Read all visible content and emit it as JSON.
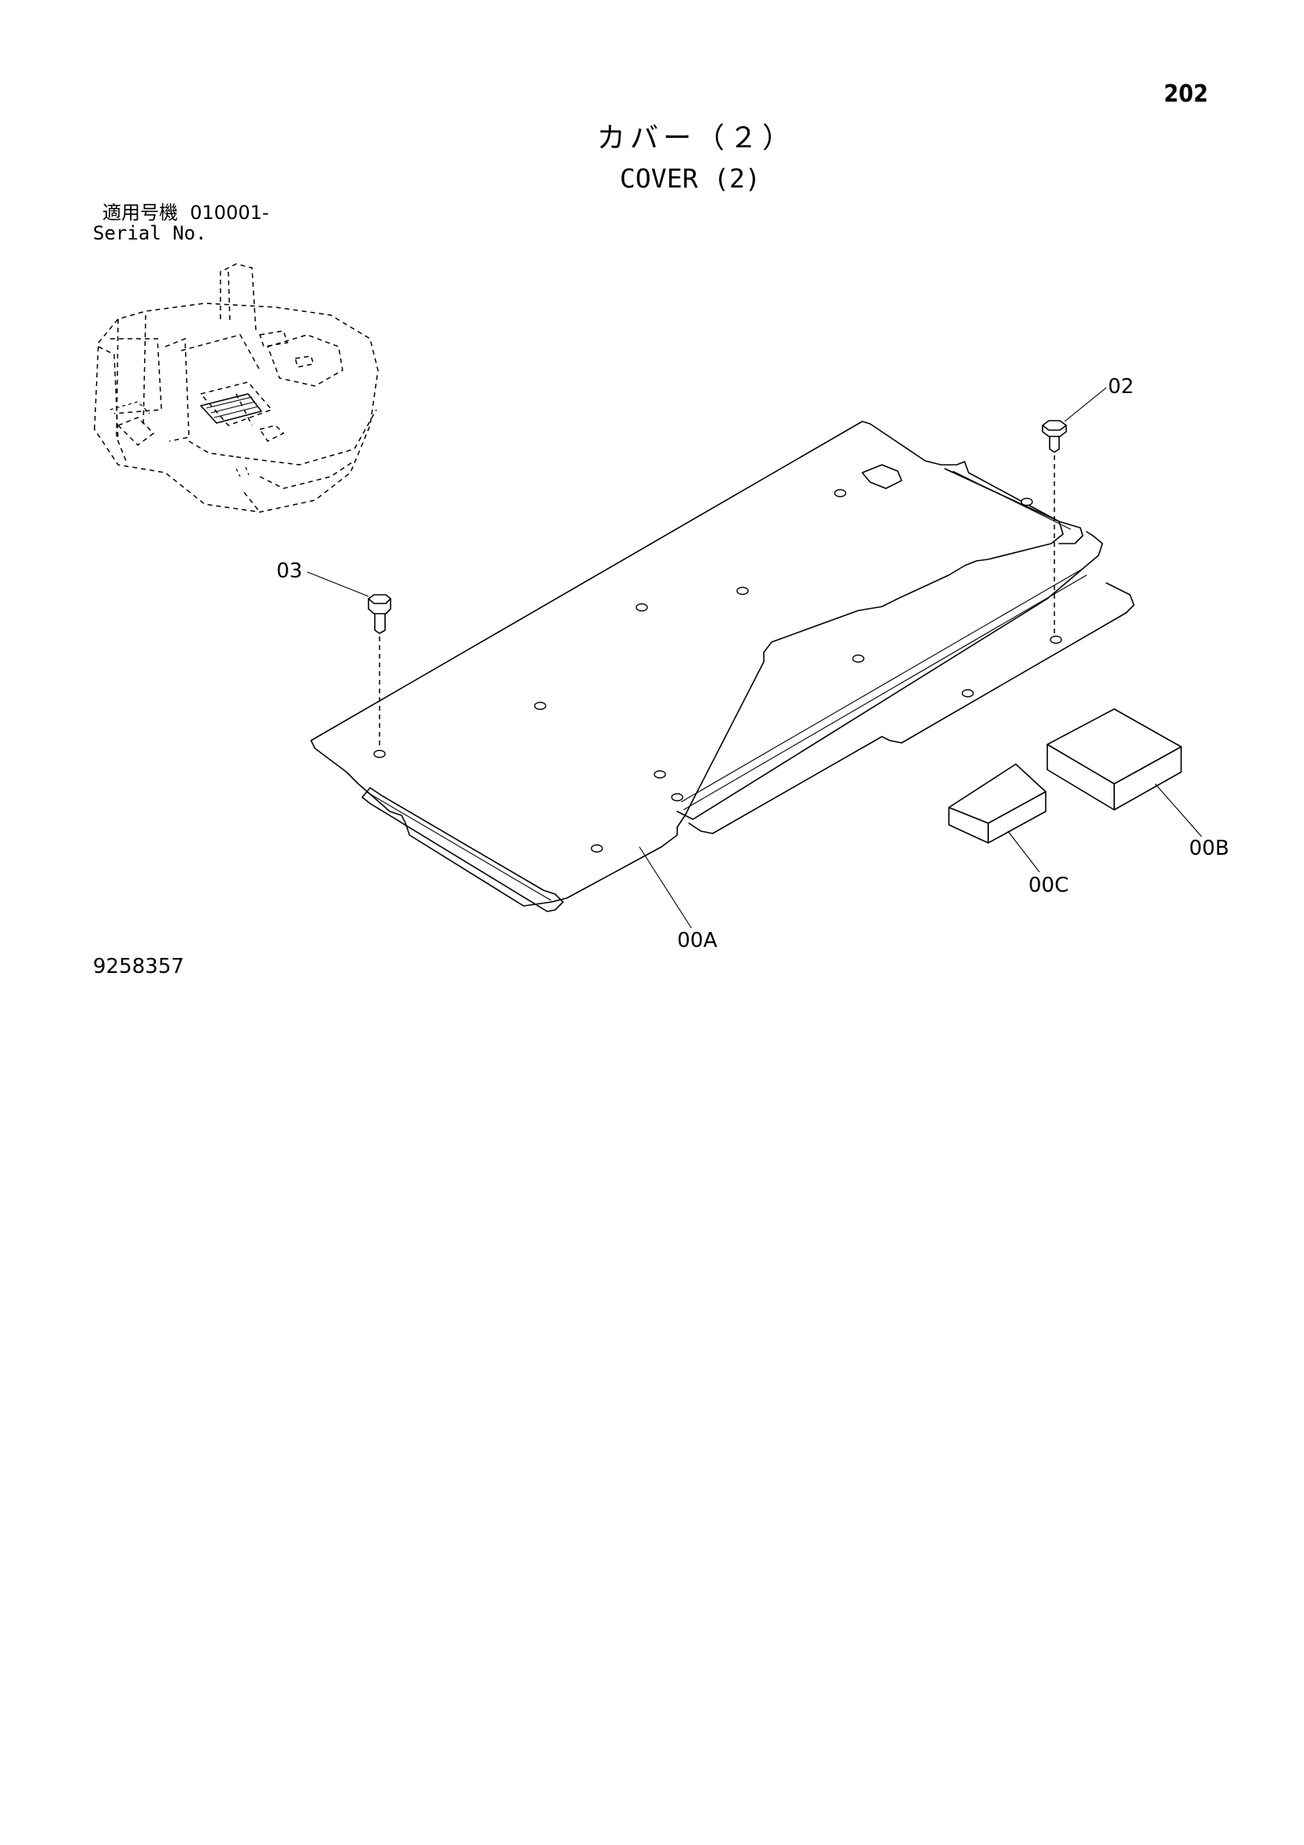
{
  "page": {
    "page_number": "202",
    "title_jp": "カバー（２）",
    "title_en": "COVER (2)",
    "serial_label_jp": "適用号機",
    "serial_value": "010001-",
    "serial_label_en": "Serial No.",
    "drawing_number": "9258357"
  },
  "callouts": {
    "bolt_upper": "02",
    "bolt_left": "03",
    "cover_plate": "00A",
    "pad_large": "00B",
    "pad_small": "00C"
  }
}
